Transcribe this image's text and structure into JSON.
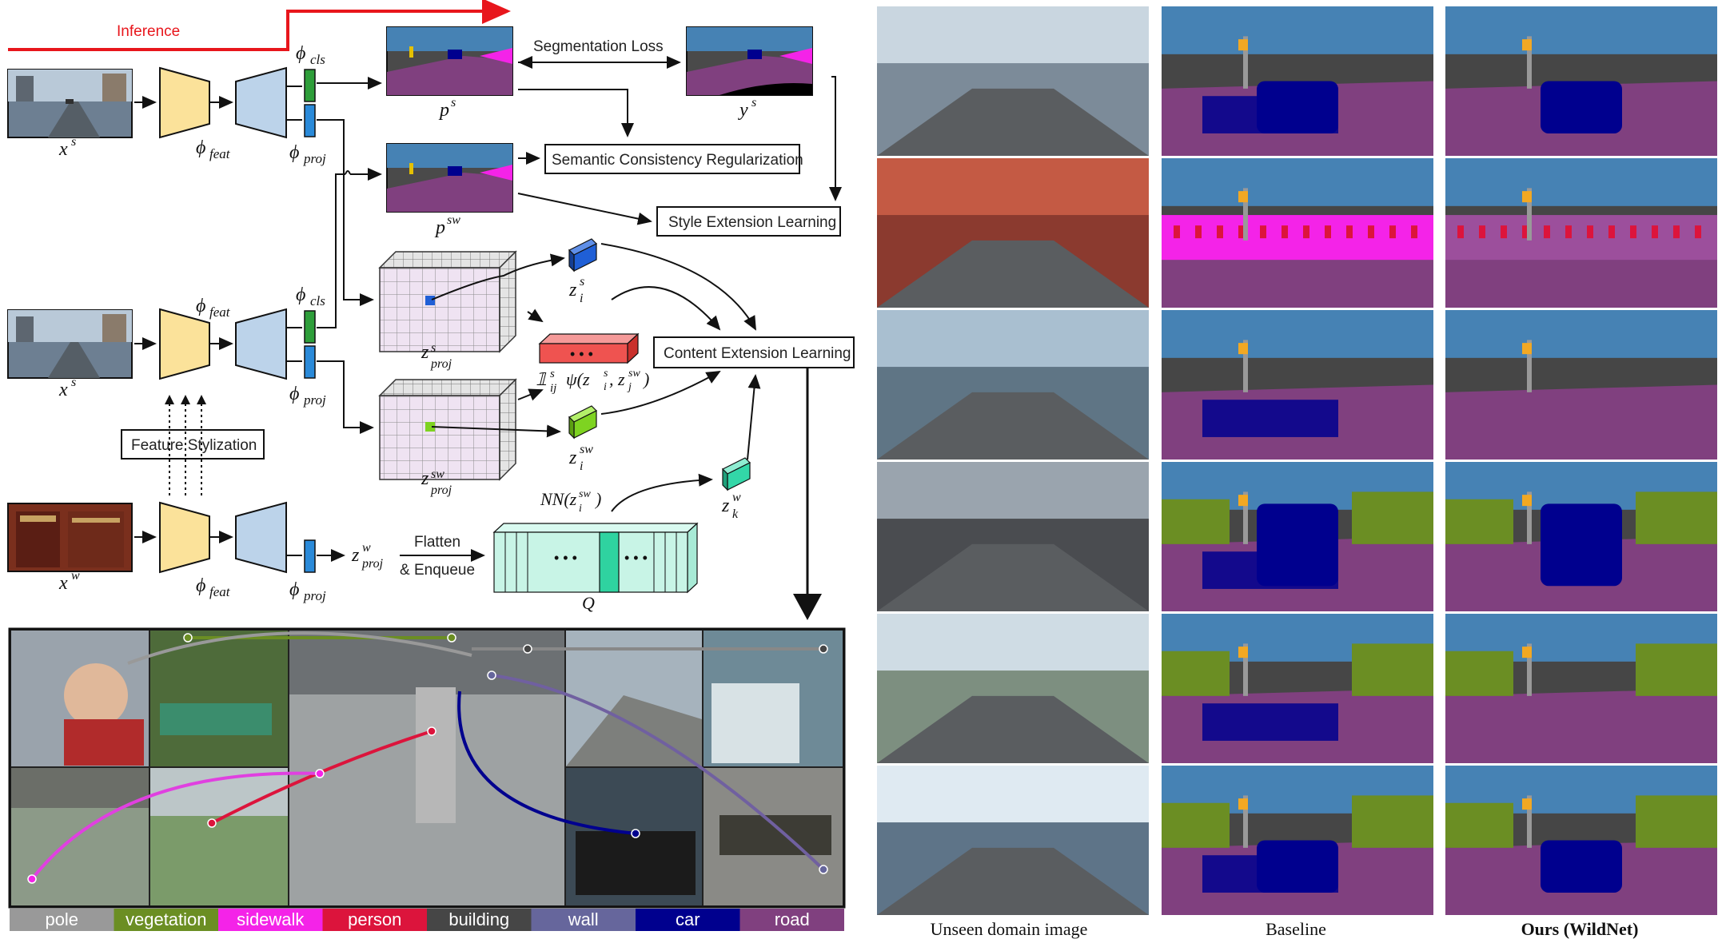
{
  "diagram": {
    "inference_label": "Inference",
    "segmentation_loss": "Segmentation Loss",
    "semantic_consistency": "Semantic Consistency Regularization",
    "style_extension": "Style Extension Learning",
    "content_extension": "Content Extension Learning",
    "feature_stylization": "Feature Stylization",
    "flatten": "Flatten",
    "enqueue": "& Enqueue",
    "dots": "• • •"
  },
  "math": {
    "x_s": "x",
    "x_s_sup": "s",
    "x_w": "x",
    "x_w_sup": "w",
    "phi": "ϕ",
    "feat": "feat",
    "cls": "cls",
    "proj": "proj",
    "p": "p",
    "p_s_sup": "s",
    "p_sw_sup": "sw",
    "y": "y",
    "y_sup": "s",
    "z": "z",
    "z_s_sup": "s",
    "z_sw_sup": "sw",
    "z_w_sup": "w",
    "z_i": "i",
    "z_k": "k",
    "indicator": "𝟙",
    "ij": "ij",
    "psi_formula": "ψ(z",
    "nn": "NN(z",
    "queue_label": "Q"
  },
  "legend": [
    {
      "label": "pole",
      "color": "#999999"
    },
    {
      "label": "vegetation",
      "color": "#6b8e23"
    },
    {
      "label": "sidewalk",
      "color": "#f423e8"
    },
    {
      "label": "person",
      "color": "#dc143c"
    },
    {
      "label": "building",
      "color": "#464646"
    },
    {
      "label": "wall",
      "color": "#66669c"
    },
    {
      "label": "car",
      "color": "#00008e"
    },
    {
      "label": "road",
      "color": "#80407f"
    }
  ],
  "captions": {
    "col1": "Unseen domain image",
    "col2": "Baseline",
    "col3": "Ours (WildNet)"
  },
  "colors": {
    "feat_encoder": "#fbe29a",
    "cls_decoder": "#bcd3ea",
    "cls_head": "#2e9e3a",
    "proj_head": "#2a8ad9",
    "red_arrow": "#e8161c",
    "queue_fill": "#c8f4e6",
    "queue_highlight": "#2fd3a0",
    "z_s_color": "#1f5fd6",
    "z_sw_color": "#7ed321",
    "z_k_color": "#33d7a8",
    "psi_color": "#ef5350"
  }
}
